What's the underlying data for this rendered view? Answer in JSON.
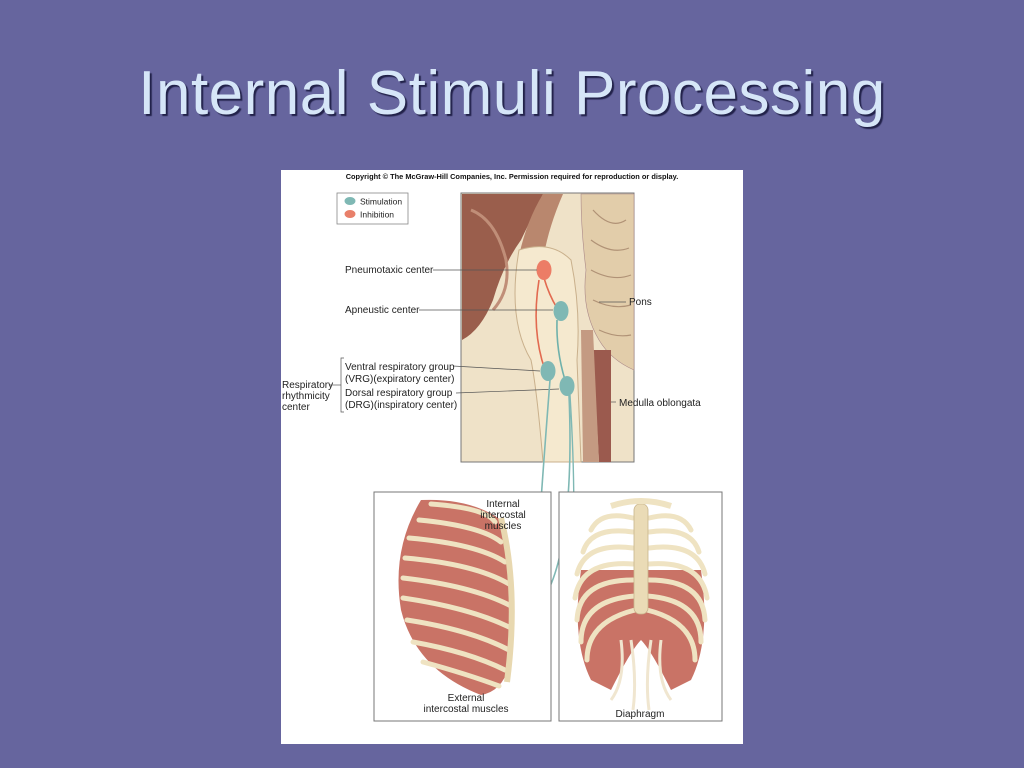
{
  "slide": {
    "title": "Internal Stimuli Processing"
  },
  "figure": {
    "copyright": "Copyright © The McGraw-Hill Companies, Inc. Permission required for reproduction or display.",
    "legend": [
      {
        "label": "Stimulation",
        "color": "#7fb8b4"
      },
      {
        "label": "Inhibition",
        "color": "#e8806a"
      }
    ],
    "labels": {
      "pneumotaxic_center": "Pneumotaxic center",
      "apneustic_center": "Apneustic center",
      "vrg_line1": "Ventral respiratory group",
      "vrg_line2": "(VRG)(expiratory center)",
      "drg_line1": "Dorsal respiratory group",
      "drg_line2": "(DRG)(inspiratory center)",
      "rhythmicity_line1": "Respiratory",
      "rhythmicity_line2": "rhythmicity",
      "rhythmicity_line3": "center",
      "pons": "Pons",
      "medulla": "Medulla oblongata",
      "internal_line1": "Internal",
      "internal_line2": "intercostal",
      "internal_line3": "muscles",
      "external_line1": "External",
      "external_line2": "intercostal muscles",
      "diaphragm": "Diaphragm"
    }
  }
}
